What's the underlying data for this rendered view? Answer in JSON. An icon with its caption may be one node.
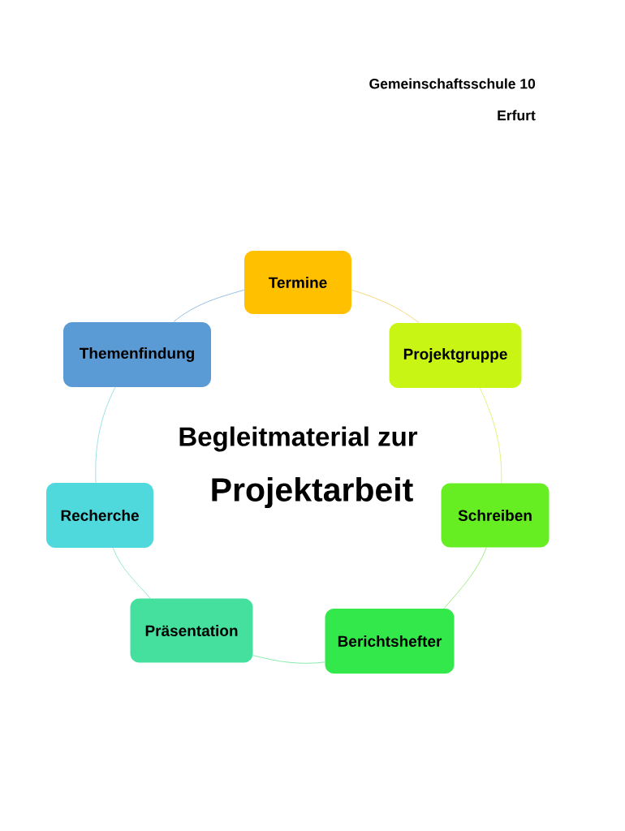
{
  "diagram": {
    "nodes": [
      {
        "text": [
          "Termine"
        ]
      },
      {
        "text": [
          "Themenfindung"
        ]
      },
      {
        "text": [
          "Projektgruppe"
        ]
      },
      {
        "text": [
          "Recherche"
        ]
      },
      {
        "text": [
          "Schreiben"
        ]
      },
      {
        "text": [
          "Präsentation"
        ]
      },
      {
        "text": [
          "Berichtshefter"
        ]
      }
    ],
    "edges": [
      {
        "from": 0,
        "to": 2,
        "arrow": "none",
        "color": "#f2cf5b"
      },
      {
        "from": 2,
        "to": 4,
        "arrow": "none",
        "color": "#dbef5a"
      },
      {
        "from": 4,
        "to": 6,
        "arrow": "none",
        "color": "#8ee86a"
      },
      {
        "from": 6,
        "to": 5,
        "arrow": "none",
        "color": "#6fe69a"
      },
      {
        "from": 5,
        "to": 3,
        "arrow": "none",
        "color": "#7fe3b8"
      },
      {
        "from": 3,
        "to": 1,
        "arrow": "none",
        "color": "#86dbe6"
      },
      {
        "from": 1,
        "to": 0,
        "arrow": "none",
        "color": "#7eb0dc"
      }
    ],
    "labels": [
      "Gemeinschaftsschule 10",
      "Erfurt",
      "Begleitmaterial zur",
      "Projektarbeit"
    ]
  }
}
